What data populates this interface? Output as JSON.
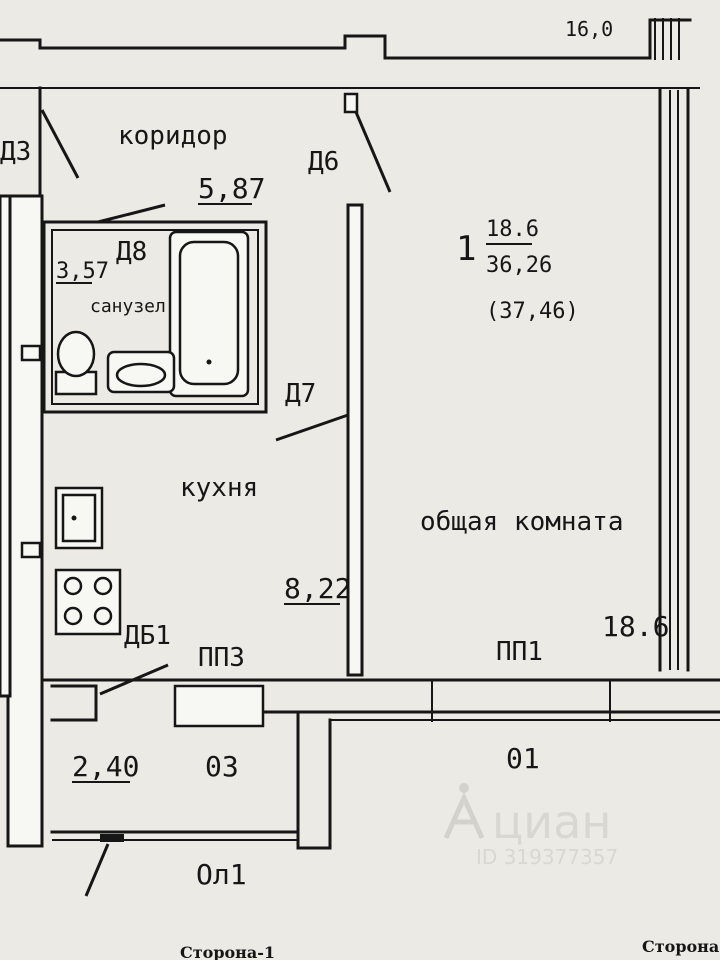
{
  "top_dimension": "16,0",
  "doors": {
    "d3": "Д3",
    "d6": "Д6",
    "d7": "Д7",
    "d8": "Д8",
    "db1": "ДБ1"
  },
  "rooms": {
    "corridor": {
      "name": "коридор",
      "area": "5,87"
    },
    "bathroom": {
      "name": "санузел",
      "area": "3,57"
    },
    "kitchen": {
      "name": "кухня",
      "area": "8,22"
    },
    "living_room": {
      "name": "общая комната",
      "area": "18.6"
    },
    "balcony": {
      "area": "2,40"
    }
  },
  "apartment": {
    "number": "1",
    "living_area": "18.6",
    "total_area": "36,26",
    "total_with_balcony": "(37,46)"
  },
  "partitions": {
    "pp1": "ПП1",
    "pp3": "ПП3"
  },
  "exterior": {
    "zone_01": "01",
    "zone_03": "03",
    "zone_0l1": "Ол1"
  },
  "watermark": {
    "brand": "циан",
    "id_text": "ID 319377357"
  },
  "footer": {
    "side_left": "Сторона-1",
    "side_right": "Сторона"
  }
}
